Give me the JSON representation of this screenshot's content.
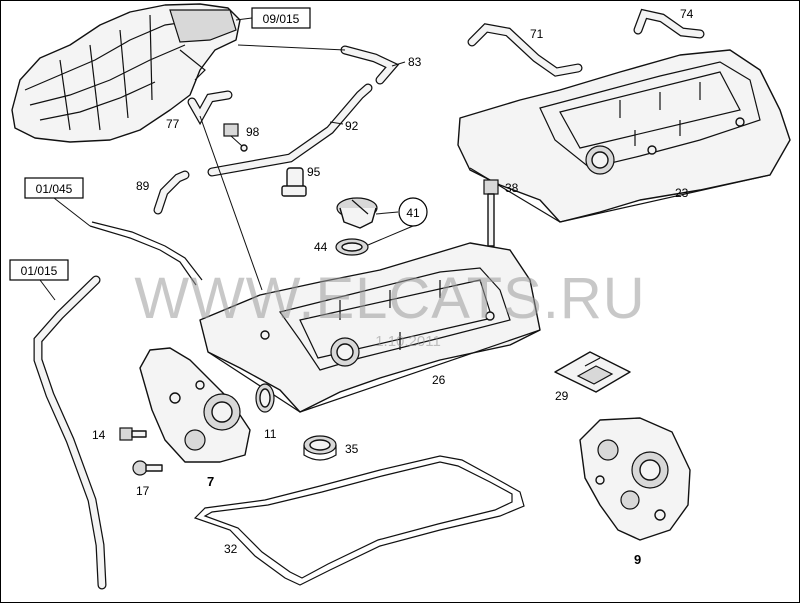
{
  "refs": {
    "r09015": "09/015",
    "r01045": "01/045",
    "r01015": "01/015"
  },
  "labels": {
    "p7": "7",
    "p9": "9",
    "p11": "11",
    "p14": "14",
    "p17": "17",
    "p23": "23",
    "p26": "26",
    "p29": "29",
    "p32": "32",
    "p35": "35",
    "p38": "38",
    "p41": "41",
    "p44": "44",
    "p71": "71",
    "p74": "74",
    "p77": "77",
    "p83": "83",
    "p89": "89",
    "p92": "92",
    "p95": "95",
    "p98": "98"
  },
  "watermark": {
    "text": "WWW.ELCATS.RU",
    "date": "1.10.2011"
  }
}
